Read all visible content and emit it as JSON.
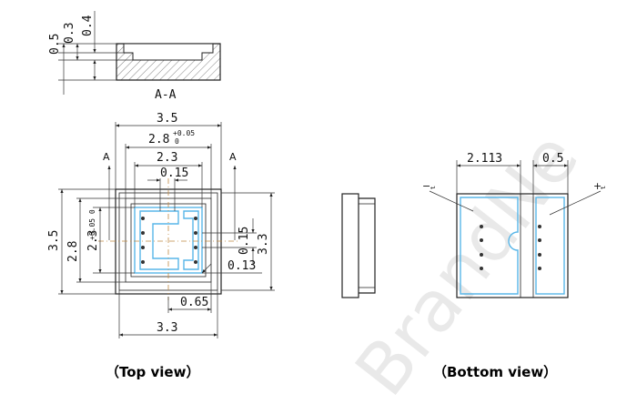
{
  "section": {
    "label": "A-A",
    "dims": {
      "d05": "0.5",
      "d03": "0.3",
      "d04": "0.4"
    }
  },
  "top_view": {
    "caption": "（Top view）",
    "marker_left": "A",
    "marker_right": "A",
    "dims": {
      "w35": "3.5",
      "w28": "2.8",
      "w28_tol_upper": "+0.05",
      "w28_tol_lower": "0",
      "w23": "2.3",
      "w015": "0.15",
      "h35": "3.5",
      "h28": "2.8",
      "h28_tol": "+0.05 0",
      "h23": "2.3",
      "h015": "0.15",
      "h33": "3.3",
      "d013": "0.13",
      "d065": "0.65",
      "w33": "3.3"
    }
  },
  "bottom_view": {
    "caption": "（Bottom view）",
    "dims": {
      "w2113": "2.113",
      "w05": "0.5"
    },
    "minus": "−",
    "plus": "+"
  },
  "watermark": "BrandNe"
}
